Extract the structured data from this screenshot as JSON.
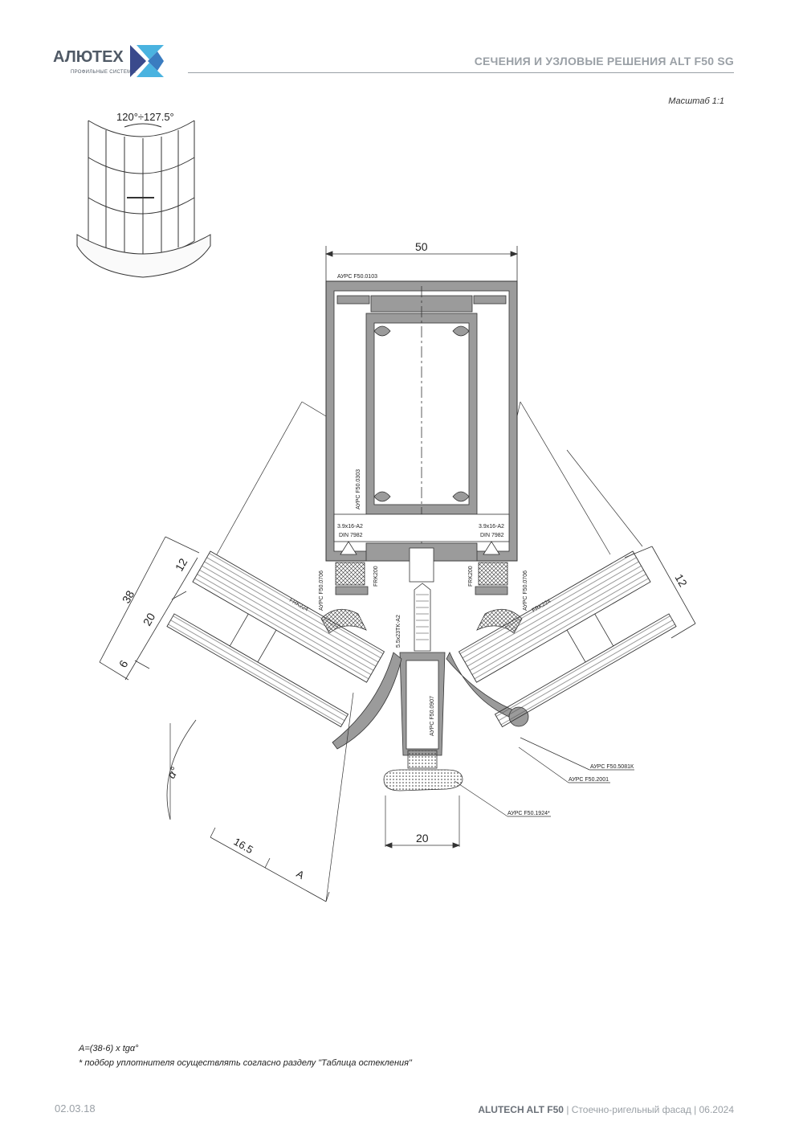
{
  "header": {
    "logo_text": "АЛЮТЕХ",
    "logo_sub": "ПРОФИЛЬНЫЕ СИСТЕМЫ",
    "title": "СЕЧЕНИЯ И УЗЛОВЫЕ РЕШЕНИЯ ALT F50 SG",
    "brand_colors": {
      "dark": "#3a4a8c",
      "light": "#4ab3e0"
    }
  },
  "scale": "Масштаб 1:1",
  "drawing": {
    "angle_range": "120°÷127.5°",
    "dim_top": "50",
    "dim_bottom": "20",
    "dim_38": "38",
    "dim_12_left": "12",
    "dim_12_right": "12",
    "dim_20": "20",
    "dim_6": "6",
    "dim_165": "16.5",
    "dim_A": "A",
    "alpha": "α°",
    "labels": {
      "p0103": "АУРС F50.0103",
      "p0303": "АУРС F50.0303",
      "screw_l": "3.9x16-A2",
      "din_l": "DIN 7982",
      "screw_r": "3.9x16-A2",
      "din_r": "DIN 7982",
      "p0706_l": "АУРС F50.0706",
      "p0706_r": "АУРС F50.0706",
      "frk200_l": "FRK200",
      "frk200_r": "FRK200",
      "frk224_l": "FRK224",
      "frk224_r": "FRK224",
      "screw_c": "5.5x23TK-A2",
      "p0907": "АУРС F50.0907",
      "p5081": "АУРС F50.5081К",
      "p2001": "АУРС F50.2001",
      "p1924": "АУРС F50.1924*"
    }
  },
  "notes": {
    "line1": "A=(38-6) x tgα°",
    "line2": "* подбор уплотнителя осуществлять согласно разделу \"Таблица остекления\""
  },
  "footer": {
    "date": "02.03.18",
    "brand": "ALUTECH ALT F50",
    "description": " | Стоечно-ригельный фасад | 06.2024"
  }
}
